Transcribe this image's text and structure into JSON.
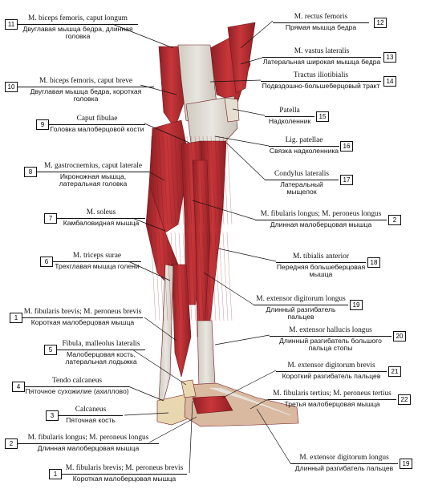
{
  "labels": [
    {
      "num": "11",
      "latin": "M. biceps femoris, caput longum",
      "russian": [
        "Двуглавая мышца бедра, длинная головка"
      ]
    },
    {
      "num": "12",
      "latin": "M. rectus femoris",
      "russian": [
        "Прямая мышца бедра"
      ]
    },
    {
      "num": "13",
      "latin": "M. vastus lateralis",
      "russian": [
        "Латеральная широкая мышца бедра"
      ]
    },
    {
      "num": "10",
      "latin": "M. biceps femoris, caput breve",
      "russian": [
        "Двуглавая мышца бедра, короткая головка"
      ]
    },
    {
      "num": "14",
      "latin": "Tractus iliotibialis",
      "russian": [
        "Подвздошно-большеберцовый тракт"
      ]
    },
    {
      "num": "15",
      "latin": "Patella",
      "russian": [
        "Надколенник"
      ]
    },
    {
      "num": "9",
      "latin": "Caput fibulae",
      "russian": [
        "Головка малоберцовой кости"
      ]
    },
    {
      "num": "16",
      "latin": "Lig. patellae",
      "russian": [
        "Связка надколенника"
      ]
    },
    {
      "num": "17",
      "latin": "Condylus lateralis",
      "russian": [
        "Латеральный мыщелок"
      ]
    },
    {
      "num": "8",
      "latin": "M. gastrocnemius, caput laterale",
      "russian": [
        "Икроножная мышца,",
        "латеральная головка"
      ]
    },
    {
      "num": "7",
      "latin": "M. soleus",
      "russian": [
        "Камбаловидная мышца"
      ]
    },
    {
      "num": "2",
      "latin": "M. fibularis longus; M. peroneus longus",
      "russian": [
        "Длинная малоберцовая мышца"
      ]
    },
    {
      "num": "6",
      "latin": "M. triceps surae",
      "russian": [
        "Трехглавая мышца голени"
      ]
    },
    {
      "num": "18",
      "latin": "M. tibialis anterior",
      "russian": [
        "Передняя большеберцовая мышца"
      ]
    },
    {
      "num": "19",
      "latin": "M. extensor digitorum longus",
      "russian": [
        "Длинный разгибатель пальцев"
      ]
    },
    {
      "num": "1",
      "latin": "M. fibularis brevis; M. peroneus brevis",
      "russian": [
        "Короткая малоберцовая мышца"
      ]
    },
    {
      "num": "20",
      "latin": "M. extensor hallucis longus",
      "russian": [
        "Длинный разгибатель большого пальца стопы"
      ]
    },
    {
      "num": "5",
      "latin": "Fibula, malleolus lateralis",
      "russian": [
        "Малоберцовая кость,",
        "латеральная лодыжка"
      ]
    },
    {
      "num": "21",
      "latin": "M. extensor digitorum brevis",
      "russian": [
        "Короткий разгибатель пальцев"
      ]
    },
    {
      "num": "4",
      "latin": "Tendo calcaneus",
      "russian": [
        "Пяточное сухожилие (ахиллово)"
      ]
    },
    {
      "num": "22",
      "latin": "M. fibularis tertius; M. peroneus tertius",
      "russian": [
        "Третья малоберцовая мышца"
      ]
    },
    {
      "num": "3",
      "latin": "Calcaneus",
      "russian": [
        "Пяточная кость"
      ]
    },
    {
      "num": "2",
      "latin": "M. fibularis longus; M. peroneus longus",
      "russian": [
        "Длинная малоберцовая мышца"
      ]
    },
    {
      "num": "19",
      "latin": "M. extensor digitorum longus",
      "russian": [
        "Длинный разгибатель пальцев"
      ]
    },
    {
      "num": "1",
      "latin": "M. fibularis brevis; M. peroneus brevis",
      "russian": [
        "Короткая малоберцовая мышца"
      ]
    }
  ],
  "colors": {
    "muscle": "#c8363a",
    "muscle_dark": "#8e1f24",
    "tendon": "#e9e6e0",
    "bone": "#e8d7b0",
    "line": "#111111"
  }
}
